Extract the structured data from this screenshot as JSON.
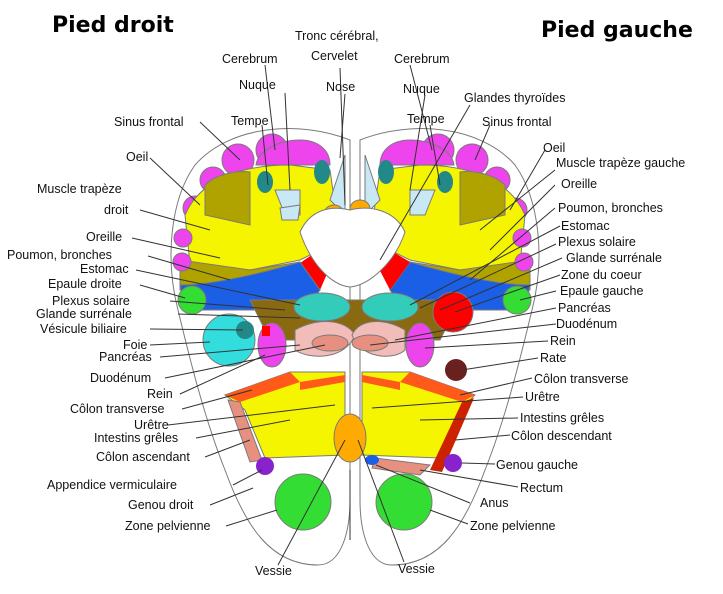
{
  "titles": {
    "right_foot": "Pied droit",
    "left_foot": "Pied gauche"
  },
  "labels": {
    "tronc": "Tronc cérébral,",
    "cervelet": "Cervelet",
    "cerebrum_l": "Cerebrum",
    "cerebrum_r": "Cerebrum",
    "nuque_l": "Nuque",
    "nuque_r": "Nuque",
    "nose": "Nose",
    "thyroides": "Glandes thyroïdes",
    "tempe_l": "Tempe",
    "tempe_r": "Tempe",
    "sinus_l": "Sinus frontal",
    "sinus_r": "Sinus frontal",
    "oeil_l": "Oeil",
    "oeil_r": "Oeil",
    "trapeze_l1": "Muscle trapèze",
    "trapeze_l2": "droit",
    "trapeze_r": "Muscle trapèze gauche",
    "oreille_l": "Oreille",
    "oreille_r": "Oreille",
    "poumon_l": "Poumon, bronches",
    "poumon_r": "Poumon, bronches",
    "estomac_l": "Estomac",
    "estomac_r": "Estomac",
    "epaule_l": "Epaule droite",
    "epaule_r": "Epaule gauche",
    "plexus_l": "Plexus solaire",
    "plexus_r": "Plexus solaire",
    "surrenale_l": "Glande surrénale",
    "surrenale_r": "Glande surrénale",
    "vesicule": "Vésicule biliaire",
    "coeur": "Zone du coeur",
    "foie": "Foie",
    "pancreas_l": "Pancréas",
    "pancreas_r": "Pancréas",
    "duodenum_l": "Duodénum",
    "duodenum_r": "Duodénum",
    "rein_l": "Rein",
    "rein_r": "Rein",
    "rate": "Rate",
    "colon_tr_l": "Côlon transverse",
    "colon_tr_r": "Côlon transverse",
    "uretre_l": "Urêtre",
    "uretre_r": "Urêtre",
    "intestins_l": "Intestins grêles",
    "intestins_r": "Intestins grêles",
    "colon_asc": "Côlon ascendant",
    "colon_desc": "Côlon descendant",
    "appendice": "Appendice vermiculaire",
    "genou_l": "Genou droit",
    "genou_r": "Genou gauche",
    "rectum": "Rectum",
    "anus": "Anus",
    "pelvienne_l": "Zone pelvienne",
    "pelvienne_r": "Zone pelvienne",
    "vessie_l": "Vessie",
    "vessie_r": "Vessie"
  },
  "colors": {
    "magenta": "#ee44ee",
    "yellow": "#f5f500",
    "olive": "#b0a300",
    "teal": "#228888",
    "orange": "#ffaa00",
    "red": "#ff0000",
    "blue": "#1a5fe6",
    "brown": "#8a6a10",
    "turquoise": "#33ccbb",
    "pink": "#f2bcb8",
    "green": "#33dd33",
    "cyan": "#33dddd",
    "purple": "#8822cc",
    "darkbrown": "#6b2020",
    "orange_red": "#ff5a1a",
    "salmon": "#e89080",
    "paleblue": "#c8e8f5"
  }
}
